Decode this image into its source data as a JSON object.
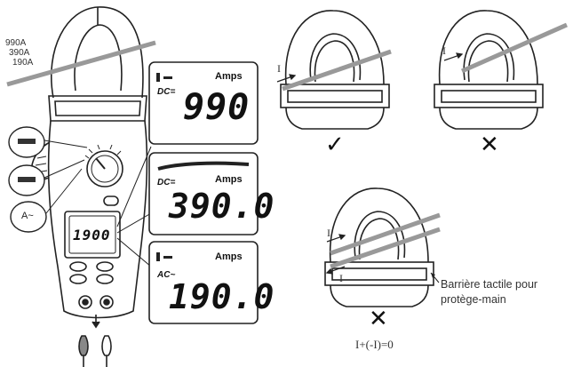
{
  "ranges": [
    "990A",
    "390A",
    "190A"
  ],
  "lcd_panels": [
    {
      "mode": "DC=",
      "unit": "Amps",
      "reading": "990"
    },
    {
      "mode": "DC=",
      "unit": "Amps",
      "reading": "390.0"
    },
    {
      "mode": "AC~",
      "unit": "Amps",
      "reading": "190.0"
    }
  ],
  "meter_display": "1900",
  "dial_positions": [
    "A~"
  ],
  "current_label": "I",
  "correct_mark": "✓",
  "wrong_mark": "✕",
  "equation": "I+(-I)=0",
  "barrier_note": {
    "line1": "Barrière tactile pour",
    "line2": "protège-main"
  }
}
